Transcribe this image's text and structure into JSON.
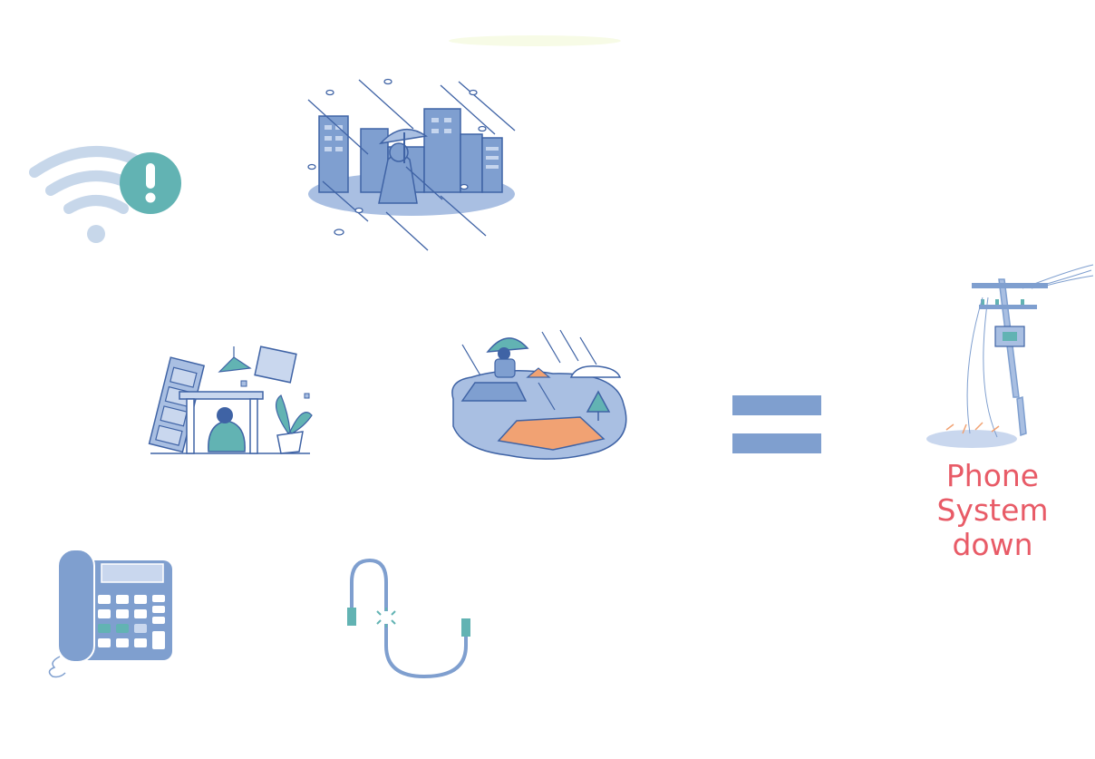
{
  "caption": {
    "lines": [
      "Phone",
      "System",
      "down"
    ]
  },
  "colors": {
    "primary_blue": "#7f9fcf",
    "dark_blue": "#3f63a5",
    "light_blue": "#c9d7ee",
    "teal": "#5fb3b6",
    "orange": "#f1a273",
    "caption_red": "#e85b67"
  },
  "icons": [
    "wifi-alert-icon",
    "storm-city-icon",
    "earthquake-icon",
    "flood-icon",
    "equals-icon",
    "broken-power-pole-icon",
    "desk-phone-icon",
    "broken-cable-icon"
  ]
}
